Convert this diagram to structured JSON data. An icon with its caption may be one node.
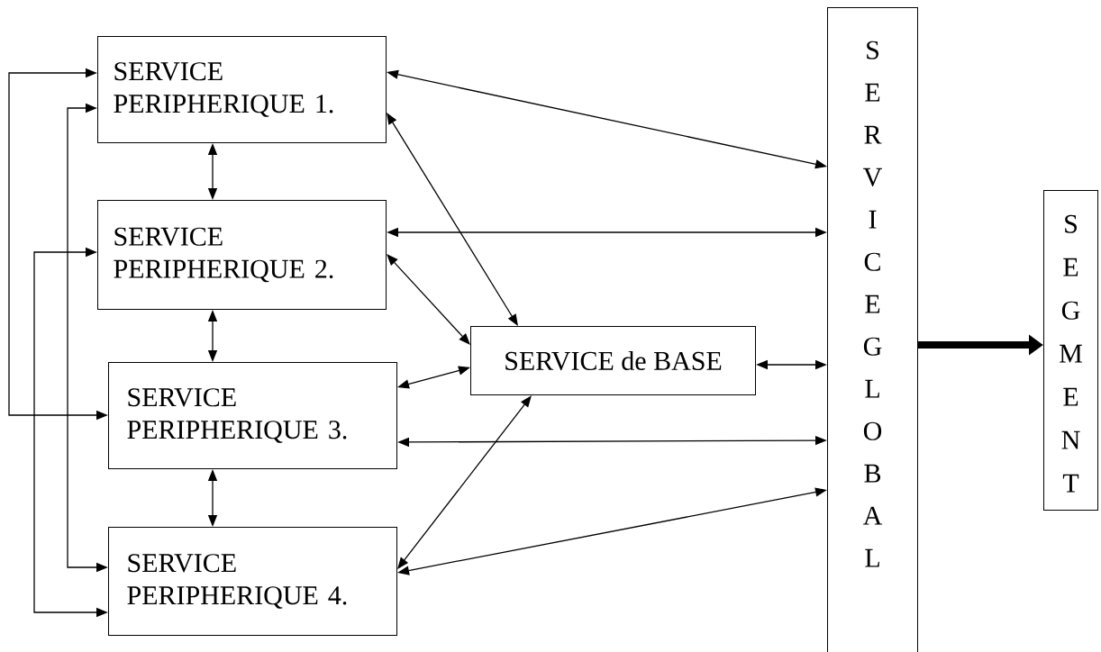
{
  "diagram": {
    "nodes": [
      {
        "text": [
          "SERVICE PERIPHERIQUE 1."
        ]
      },
      {
        "text": [
          "SERVICE PERIPHERIQUE 2."
        ]
      },
      {
        "text": [
          "SERVICE PERIPHERIQUE 3."
        ]
      },
      {
        "text": [
          "SERVICE PERIPHERIQUE 4."
        ]
      },
      {
        "text": [
          "SERVICE de BASE"
        ]
      },
      {
        "text": [
          "SERVICE GLOBAL"
        ]
      },
      {
        "text": [
          "SEGMENT"
        ]
      }
    ],
    "edges": [
      {
        "from": 0,
        "to": 1,
        "arrow": "both"
      },
      {
        "from": 1,
        "to": 2,
        "arrow": "both"
      },
      {
        "from": 2,
        "to": 3,
        "arrow": "both"
      },
      {
        "from": 0,
        "to": 5,
        "arrow": "both"
      },
      {
        "from": 0,
        "to": 4,
        "arrow": "both"
      },
      {
        "from": 1,
        "to": 5,
        "arrow": "both"
      },
      {
        "from": 1,
        "to": 4,
        "arrow": "both"
      },
      {
        "from": 2,
        "to": 4,
        "arrow": "both"
      },
      {
        "from": 2,
        "to": 5,
        "arrow": "both"
      },
      {
        "from": 3,
        "to": 4,
        "arrow": "both"
      },
      {
        "from": 3,
        "to": 5,
        "arrow": "both"
      },
      {
        "from": 4,
        "to": 5,
        "arrow": "both"
      },
      {
        "from": 5,
        "to": 6,
        "arrow": "to",
        "style": "thick"
      },
      {
        "from": 0,
        "to": 2,
        "arrow": "both"
      },
      {
        "from": 0,
        "to": 3,
        "arrow": "both"
      },
      {
        "from": 1,
        "to": 3,
        "arrow": "both"
      }
    ]
  }
}
